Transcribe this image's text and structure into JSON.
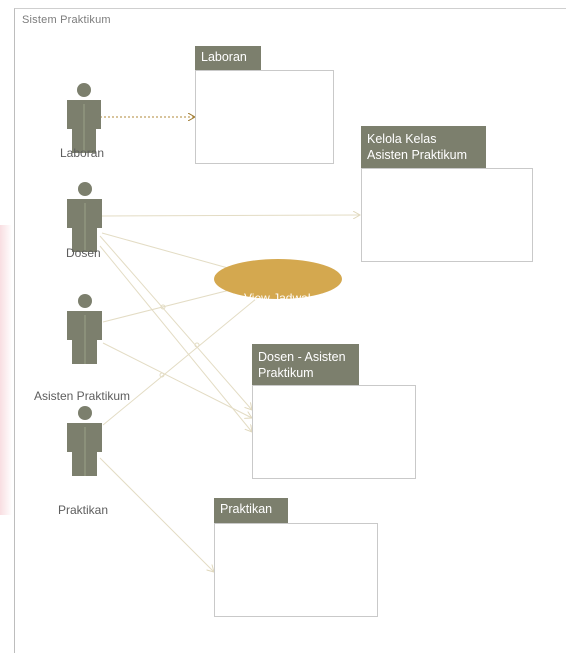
{
  "system": {
    "title": "Sistem Praktikum"
  },
  "actors": [
    {
      "id": "laboran",
      "label": "Laboran"
    },
    {
      "id": "dosen",
      "label": "Dosen"
    },
    {
      "id": "asisten",
      "label": "Asisten Praktikum"
    },
    {
      "id": "praktikan",
      "label": "Praktikan"
    }
  ],
  "use_cases": [
    {
      "id": "view-jadwal",
      "label": "View Jadwal"
    }
  ],
  "packages": [
    {
      "id": "laboran",
      "title": "Laboran"
    },
    {
      "id": "kelola",
      "title_line1": "Kelola Kelas",
      "title_line2": "Asisten Praktikum"
    },
    {
      "id": "dosen-asisten",
      "title_line1": "Dosen - Asisten",
      "title_line2": "Praktikum"
    },
    {
      "id": "praktikan",
      "title": "Praktikan"
    }
  ],
  "colors": {
    "actor": "#7c7f6d",
    "package_tab": "#7c7f6d",
    "use_case": "#d4a84f",
    "connector": "#e3dcc4",
    "dotted_connector": "#b08a3a"
  }
}
